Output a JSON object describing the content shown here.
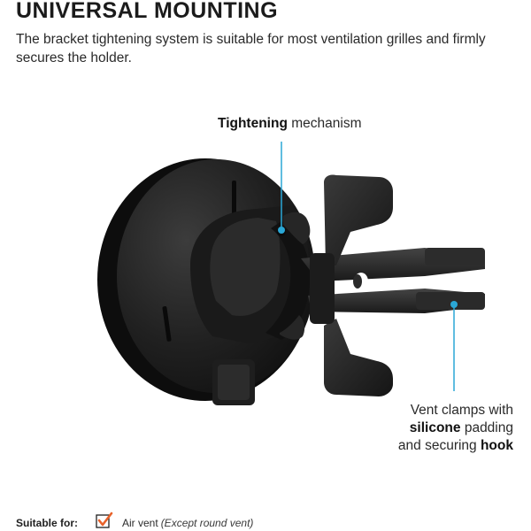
{
  "header": {
    "title": "UNIVERSAL MOUNTING",
    "subtitle": "The bracket tightening system is suitable for most ventilation grilles and firmly secures the holder."
  },
  "callouts": {
    "tightening_bold": "Tightening",
    "tightening_rest": " mechanism",
    "vent_line1": "Vent clamps with",
    "vent_bold1": "silicone",
    "vent_line2_rest": " padding",
    "vent_line3_start": "and securing ",
    "vent_bold2": "hook"
  },
  "footer": {
    "suitable_label": "Suitable for:",
    "option_label": "Air vent",
    "option_note": "(Except round vent)"
  },
  "colors": {
    "accent_line": "#2aa7d6",
    "check_mark": "#e8622a",
    "product": "#1c1c1c"
  }
}
